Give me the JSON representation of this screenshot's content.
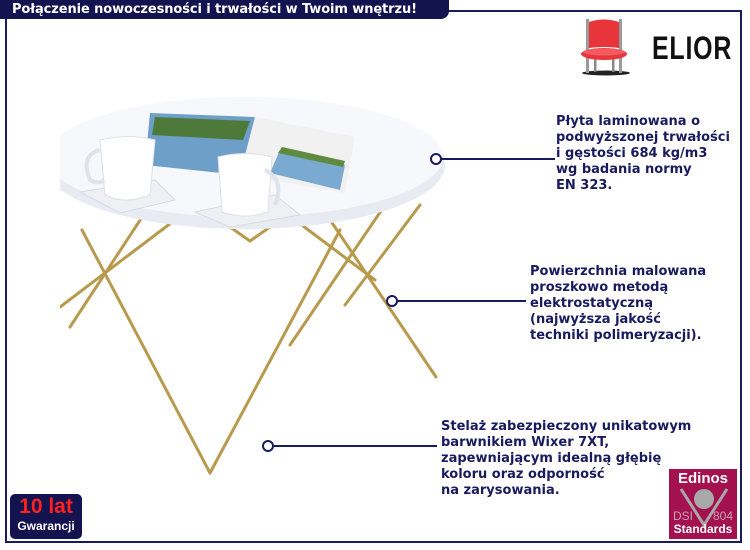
{
  "header": {
    "title": "Połączenie nowoczesności i trwałości w Twoim wnętrzu!"
  },
  "brand": {
    "logo_text": "ELIOR",
    "chair_color": "#e8353b"
  },
  "product": {
    "image_alt": "Biały okrągły stolik kawowy na złotych nogach z filiżankami i czasopismem",
    "table_top_color": "#f7f8fb",
    "leg_color": "#b89a4e"
  },
  "callouts": [
    {
      "text": "Płyta laminowana o\npodwyższonej trwałości\ni gęstości 684 kg/m3\nwg badania normy\nEN 323."
    },
    {
      "text": "Powierzchnia malowana\nproszkowo metodą\nelektrostatyczną\n(najwyższa jakość\ntechniki polimeryzacji)."
    },
    {
      "text": "Stelaż zabezpieczony unikatowym\nbarwnikiem Wixer 7XT,\nzapewniającym idealną głębię\nkoloru oraz odporność\nna zarysowania."
    }
  ],
  "badges": {
    "warranty": {
      "years": "10 lat",
      "label": "Gwarancji"
    },
    "edinos": {
      "title": "Edinos",
      "left": "DSI",
      "number": "804",
      "label": "Standards"
    }
  },
  "colors": {
    "navy": "#1a1a5e",
    "title_bg": "#13134f",
    "edinos_bg": "#a3124f",
    "warranty_red": "#ff2020"
  }
}
